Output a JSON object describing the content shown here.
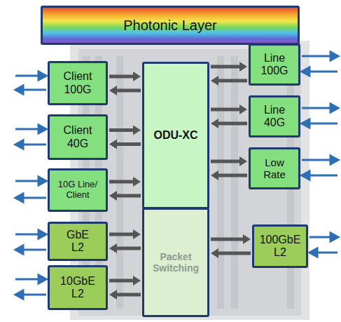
{
  "diagram": {
    "nodes": [
      {
        "text": [
          "Photonic Layer"
        ]
      },
      {
        "text": [
          "Client 100G"
        ]
      },
      {
        "text": [
          "ODU-XC"
        ]
      },
      {
        "text": [
          "Line 100G"
        ]
      },
      {
        "text": [
          "Client 40G"
        ]
      },
      {
        "text": [
          "Line 40G"
        ]
      },
      {
        "text": [
          "10G Line/ Client"
        ]
      },
      {
        "text": [
          "Low Rate"
        ]
      },
      {
        "text": [
          "GbE L2"
        ]
      },
      {
        "text": [
          "Packet Switching"
        ]
      },
      {
        "text": [
          "100GbE L2"
        ]
      },
      {
        "text": [
          "10GbE L2"
        ]
      }
    ],
    "edges": [
      {
        "from": 1,
        "to": 2,
        "arrow": "to"
      },
      {
        "from": 2,
        "to": 1,
        "arrow": "to"
      },
      {
        "from": 2,
        "to": 3,
        "arrow": "to"
      },
      {
        "from": 3,
        "to": 2,
        "arrow": "to"
      },
      {
        "from": 4,
        "to": 2,
        "arrow": "to"
      },
      {
        "from": 2,
        "to": 4,
        "arrow": "to"
      },
      {
        "from": 2,
        "to": 5,
        "arrow": "to"
      },
      {
        "from": 5,
        "to": 2,
        "arrow": "to"
      },
      {
        "from": 6,
        "to": 2,
        "arrow": "to"
      },
      {
        "from": 2,
        "to": 6,
        "arrow": "to"
      },
      {
        "from": 2,
        "to": 7,
        "arrow": "to"
      },
      {
        "from": 7,
        "to": 2,
        "arrow": "to"
      },
      {
        "from": 8,
        "to": 9,
        "arrow": "to"
      },
      {
        "from": 9,
        "to": 8,
        "arrow": "to"
      },
      {
        "from": 9,
        "to": 10,
        "arrow": "to"
      },
      {
        "from": 10,
        "to": 9,
        "arrow": "to"
      },
      {
        "from": 11,
        "to": 9,
        "arrow": "to"
      },
      {
        "from": 9,
        "to": 11,
        "arrow": "to"
      }
    ]
  }
}
